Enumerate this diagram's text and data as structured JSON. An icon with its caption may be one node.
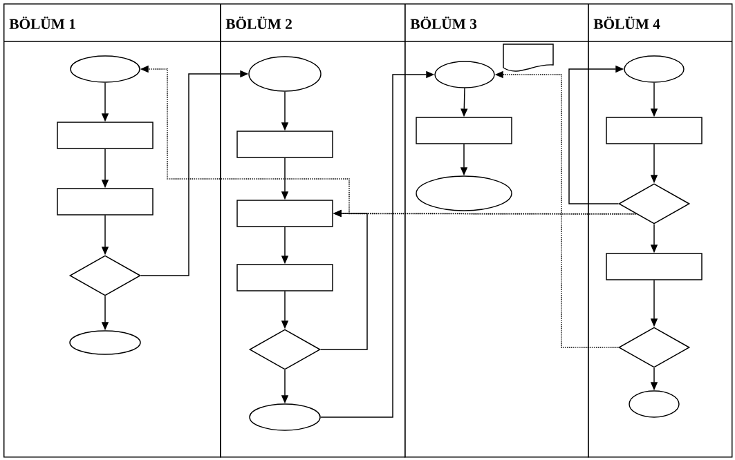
{
  "diagram": {
    "nodes": [
      {
        "text": [
          "BÖLÜM 1"
        ]
      },
      {
        "text": [
          "BÖLÜM 2"
        ]
      },
      {
        "text": [
          "BÖLÜM 3"
        ]
      },
      {
        "text": [
          "BÖLÜM 4"
        ]
      },
      {
        "text": [],
        "shape": "ellipse",
        "in": 0
      },
      {
        "text": [],
        "shape": "box",
        "in": 0
      },
      {
        "text": [],
        "shape": "box",
        "in": 0
      },
      {
        "text": [],
        "shape": "diamond",
        "in": 0
      },
      {
        "text": [],
        "shape": "ellipse",
        "in": 0
      },
      {
        "text": [],
        "shape": "ellipse",
        "in": 1
      },
      {
        "text": [],
        "shape": "box",
        "in": 1
      },
      {
        "text": [],
        "shape": "box",
        "in": 1
      },
      {
        "text": [],
        "shape": "box",
        "in": 1
      },
      {
        "text": [],
        "shape": "diamond",
        "in": 1
      },
      {
        "text": [],
        "shape": "ellipse",
        "in": 1
      },
      {
        "text": [],
        "shape": "ellipse",
        "in": 2
      },
      {
        "text": [],
        "shape": "document",
        "in": 2
      },
      {
        "text": [],
        "shape": "box",
        "in": 2
      },
      {
        "text": [],
        "shape": "ellipse",
        "in": 2
      },
      {
        "text": [],
        "shape": "ellipse",
        "in": 3
      },
      {
        "text": [],
        "shape": "box",
        "in": 3
      },
      {
        "text": [],
        "shape": "diamond",
        "in": 3
      },
      {
        "text": [],
        "shape": "box",
        "in": 3
      },
      {
        "text": [],
        "shape": "diamond",
        "in": 3
      },
      {
        "text": [],
        "shape": "ellipse",
        "in": 3
      }
    ],
    "edges": [
      {
        "from": 4,
        "to": 5,
        "arrow": "to"
      },
      {
        "from": 5,
        "to": 6,
        "arrow": "to"
      },
      {
        "from": 6,
        "to": 7,
        "arrow": "to"
      },
      {
        "from": 7,
        "to": 8,
        "arrow": "to"
      },
      {
        "from": 9,
        "to": 10,
        "arrow": "to"
      },
      {
        "from": 10,
        "to": 11,
        "arrow": "to"
      },
      {
        "from": 11,
        "to": 12,
        "arrow": "to"
      },
      {
        "from": 12,
        "to": 13,
        "arrow": "to"
      },
      {
        "from": 13,
        "to": 14,
        "arrow": "to"
      },
      {
        "from": 15,
        "to": 17,
        "arrow": "to"
      },
      {
        "from": 17,
        "to": 18,
        "arrow": "to"
      },
      {
        "from": 19,
        "to": 20,
        "arrow": "to"
      },
      {
        "from": 20,
        "to": 21,
        "arrow": "to"
      },
      {
        "from": 21,
        "to": 22,
        "arrow": "to"
      },
      {
        "from": 22,
        "to": 23,
        "arrow": "to"
      },
      {
        "from": 23,
        "to": 24,
        "arrow": "to"
      },
      {
        "from": 7,
        "to": 9,
        "arrow": "to"
      },
      {
        "from": 13,
        "to": 11,
        "arrow": "to"
      },
      {
        "from": 14,
        "to": 15,
        "arrow": "to"
      },
      {
        "from": 21,
        "to": 19,
        "arrow": "to"
      },
      {
        "from": 21,
        "to": 11,
        "arrow": "to",
        "style": "dashed"
      },
      {
        "from": 21,
        "to": 4,
        "arrow": "to",
        "style": "dashed"
      },
      {
        "from": 23,
        "to": 15,
        "arrow": "to",
        "style": "dashed"
      }
    ]
  }
}
